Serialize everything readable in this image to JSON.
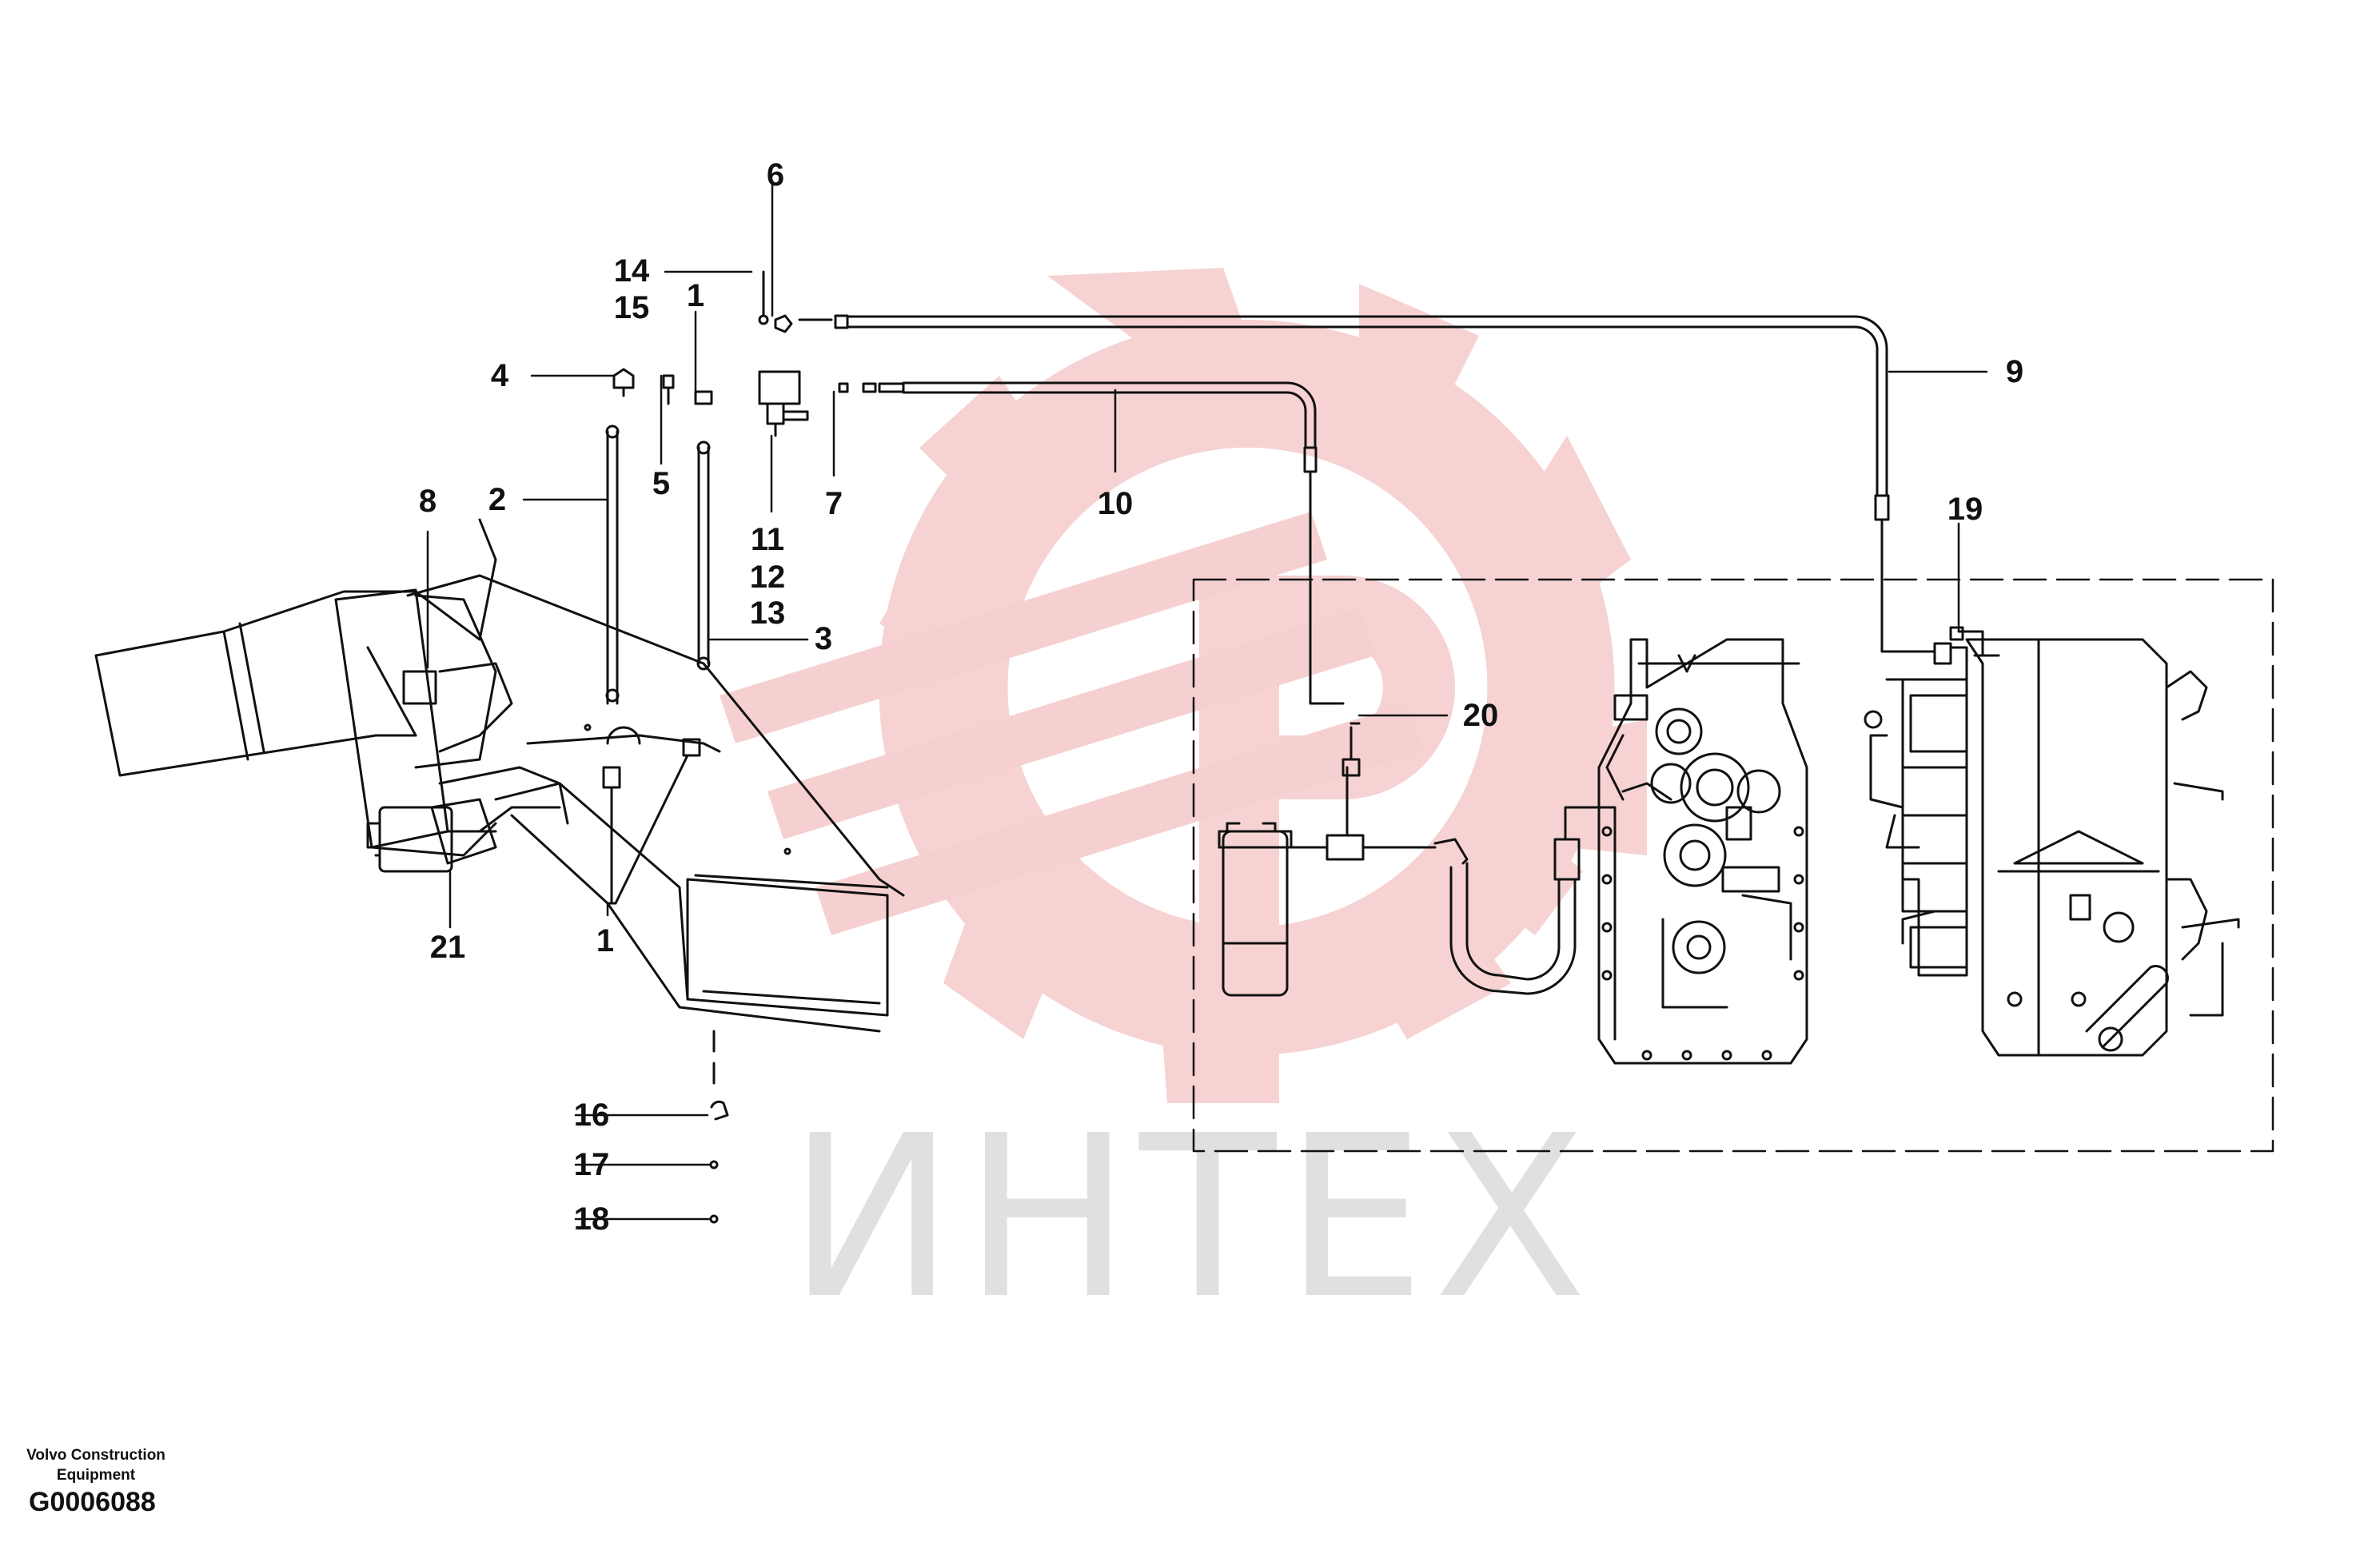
{
  "watermark": {
    "text": "ИНТЕХ",
    "color": "#f6d0d0",
    "text_color": "#e0e0e0"
  },
  "footer": {
    "company": "Volvo Construction Equipment",
    "drawing_code": "G0006088"
  },
  "callouts": {
    "c1a": "1",
    "c1b": "1",
    "c2": "2",
    "c3": "3",
    "c4": "4",
    "c5": "5",
    "c6": "6",
    "c7": "7",
    "c8": "8",
    "c9": "9",
    "c10": "10",
    "c11": "11",
    "c12": "12",
    "c13": "13",
    "c14": "14",
    "c15": "15",
    "c16": "16",
    "c17": "17",
    "c18": "18",
    "c19": "19",
    "c20": "20",
    "c21": "21"
  },
  "colors": {
    "line": "#111111"
  }
}
